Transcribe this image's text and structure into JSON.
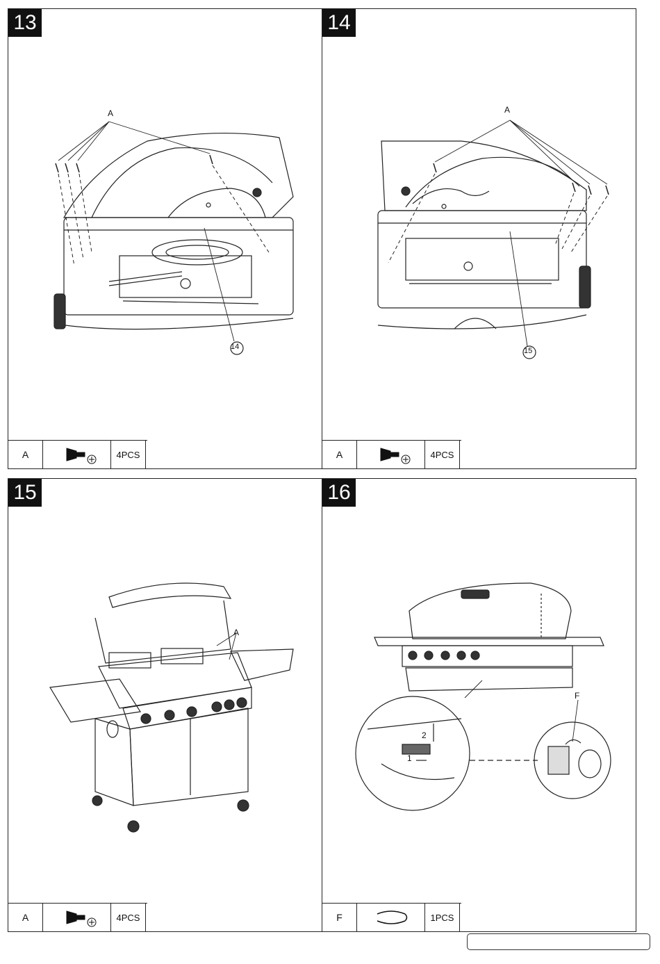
{
  "panels": [
    {
      "step": "13",
      "callout_letter": "A",
      "part_ref": "14",
      "parts": {
        "letter": "A",
        "icon": "screw-icon",
        "qty": "4PCS"
      }
    },
    {
      "step": "14",
      "callout_letter": "A",
      "part_ref": "15",
      "parts": {
        "letter": "A",
        "icon": "screw-icon",
        "qty": "4PCS"
      }
    },
    {
      "step": "15",
      "callout_letter": "A",
      "parts": {
        "letter": "A",
        "icon": "screw-icon",
        "qty": "4PCS"
      }
    },
    {
      "step": "16",
      "callout_letter": "F",
      "detail_labels": [
        "2",
        "1"
      ],
      "parts": {
        "letter": "F",
        "icon": "clip-icon",
        "qty": "1PCS"
      }
    }
  ],
  "colors": {
    "line": "#222222",
    "step_badge": "#111111"
  }
}
